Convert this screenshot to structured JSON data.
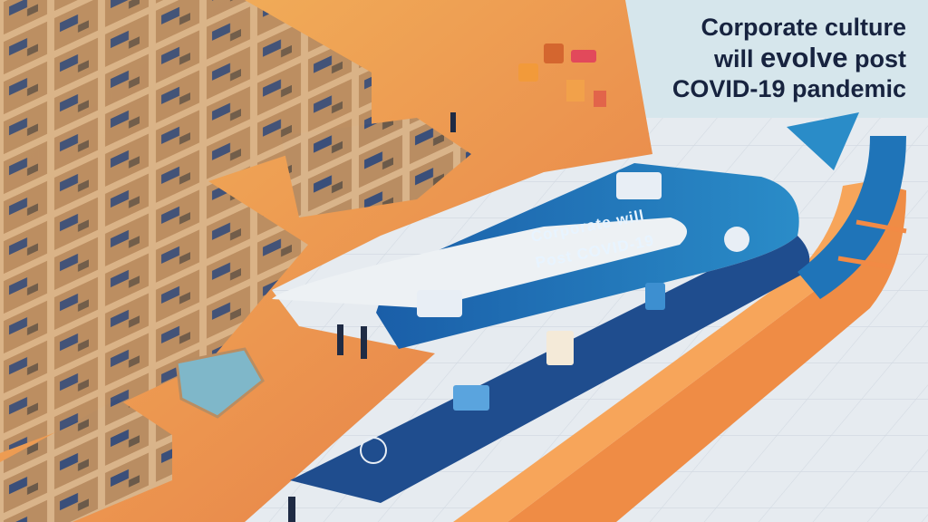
{
  "title": {
    "line1": "Corporate culture",
    "line2_pre": "will ",
    "line2_emph": "evolve",
    "line2_post": " post",
    "line3": "COVID-19 pandemic"
  },
  "path_text": {
    "line1": "Corporate will",
    "line2": "Post COVID-19"
  },
  "colors": {
    "orange": "#e98a46",
    "orange_light": "#f3b25a",
    "blue": "#1c74b8",
    "navy": "#1d3f7a",
    "floor": "#e4e9ee",
    "cubicle": "#c9a57c",
    "title": "#17233f"
  }
}
